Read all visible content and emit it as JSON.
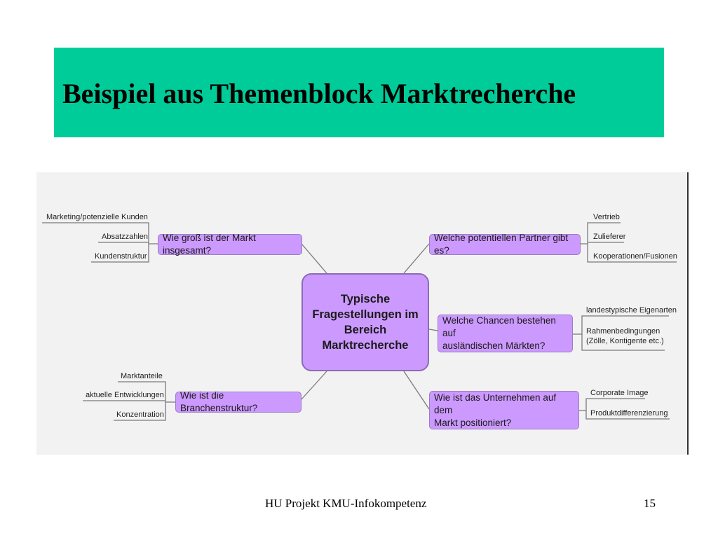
{
  "slide": {
    "title": "Beispiel aus Themenblock Marktrecherche",
    "footer": "HU Projekt KMU-Infokompetenz",
    "page_number": "15"
  },
  "mindmap": {
    "center": "Typische\nFragestellungen im\nBereich\nMarktrecherche",
    "branches": {
      "markt_groesse": {
        "label": "Wie groß ist der Markt insgesamt?",
        "leaves": [
          "Marketing/potenzielle Kunden",
          "Absatzzahlen",
          "Kundenstruktur"
        ]
      },
      "branchenstruktur": {
        "label": "Wie ist die Branchenstruktur?",
        "leaves": [
          "Marktanteile",
          "aktuelle Entwicklungen",
          "Konzentration"
        ]
      },
      "partner": {
        "label": "Welche potentiellen Partner gibt es?",
        "leaves": [
          "Vertrieb",
          "Zulieferer",
          "Kooperationen/Fusionen"
        ]
      },
      "chancen": {
        "label": "Welche Chancen bestehen auf\nausländischen Märkten?",
        "leaves": [
          "landestypische Eigenarten",
          "Rahmenbedingungen\n(Zölle, Kontigente etc.)"
        ]
      },
      "positionierung": {
        "label": "Wie ist das Unternehmen auf dem\nMarkt positioniert?",
        "leaves": [
          "Corporate Image",
          "Produktdifferenzierung"
        ]
      }
    }
  },
  "colors": {
    "title_band": "#00cc99",
    "node_fill": "#cc99ff",
    "map_background": "#f2f2f2"
  }
}
